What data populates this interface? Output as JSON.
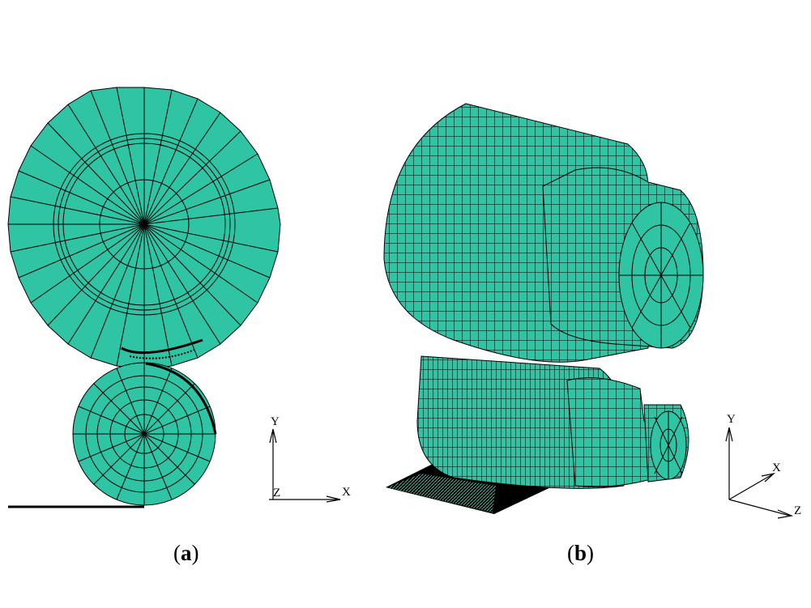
{
  "figure": {
    "mesh_color": "#2fc4a4",
    "line_color": "#000000",
    "panels": [
      {
        "id": "a",
        "caption_open": "(",
        "caption_letter": "a",
        "caption_close": ")",
        "axes": {
          "y": "Y",
          "x": "X",
          "z": "Z"
        }
      },
      {
        "id": "b",
        "caption_open": "(",
        "caption_letter": "b",
        "caption_close": ")",
        "axes": {
          "y": "Y",
          "x": "X",
          "z": "Z"
        }
      }
    ]
  }
}
